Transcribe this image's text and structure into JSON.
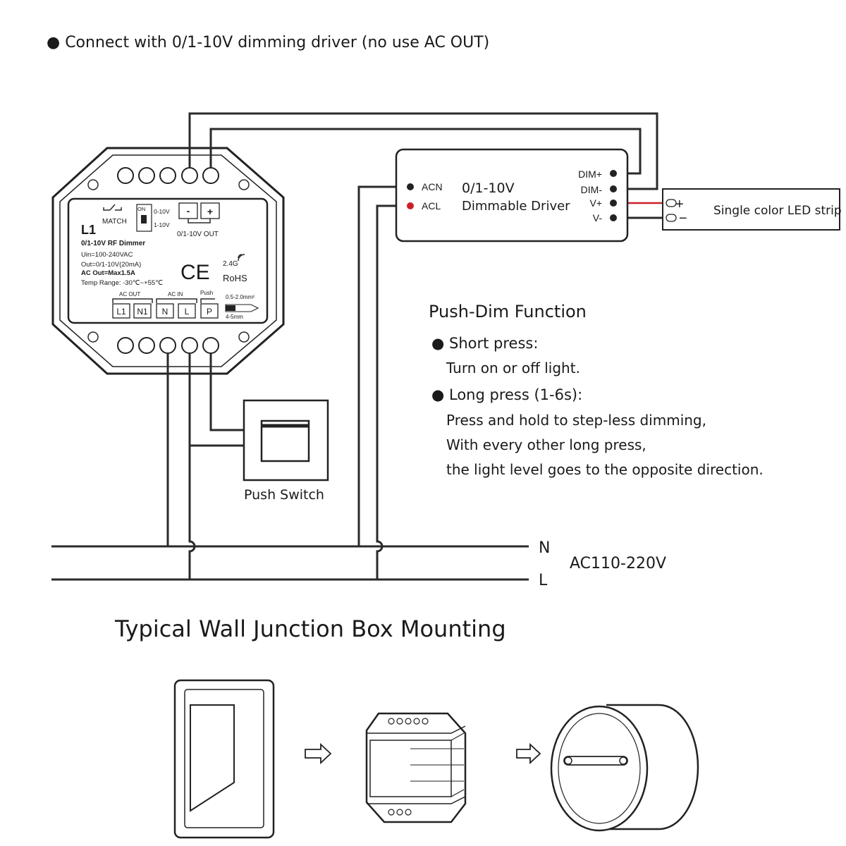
{
  "heading": "● Connect with 0/1-10V dimming driver (no use AC OUT)",
  "dimmer": {
    "model": "L1",
    "name": "0/1-10V  RF  Dimmer",
    "uin": "Uin=100-240VAC",
    "out": "Out=0/1-10V(20mA)",
    "ac_out_max": "AC Out=Max1.5A",
    "temp_range": "Temp Range: -30℃~+55℃",
    "match": "MATCH",
    "switch_on": "ON",
    "switch_010": "0-10V",
    "switch_110": "1-10V",
    "minus": "-",
    "plus": "+",
    "out_label": "0/1-10V OUT",
    "ce": "CE",
    "freq": "2.4G",
    "rohs": "RoHS",
    "ac_out_label": "AC OUT",
    "ac_in_label": "AC IN",
    "push_label": "Push",
    "terminals": [
      "L1",
      "N1",
      "N",
      "L",
      "P"
    ],
    "wire_size": "0.5-2.0mm²",
    "strip_len": "4-5mm"
  },
  "driver": {
    "title_line1": "0/1-10V",
    "title_line2": "Dimmable Driver",
    "acn": "ACN",
    "acl": "ACL",
    "dim_plus": "DIM+",
    "dim_minus": "DIM-",
    "v_plus": "V+",
    "v_minus": "V-"
  },
  "led_strip": {
    "plus": "+",
    "minus": "−",
    "label": "Single color LED strip"
  },
  "push_dim": {
    "title": "Push-Dim Function",
    "short_press": "● Short press:",
    "short_desc": "Turn on or off light.",
    "long_press": "● Long press (1-6s):",
    "long_desc_1": "Press and hold to step-less dimming,",
    "long_desc_2": "With every other long press,",
    "long_desc_3": "the light level goes to the opposite direction."
  },
  "push_switch_label": "Push Switch",
  "mains": {
    "n": "N",
    "l": "L",
    "voltage": "AC110-220V"
  },
  "mounting_title": "Typical Wall Junction Box Mounting",
  "colors": {
    "line": "#2a2a2a",
    "red": "#cc1f2a",
    "case": "#222222"
  }
}
